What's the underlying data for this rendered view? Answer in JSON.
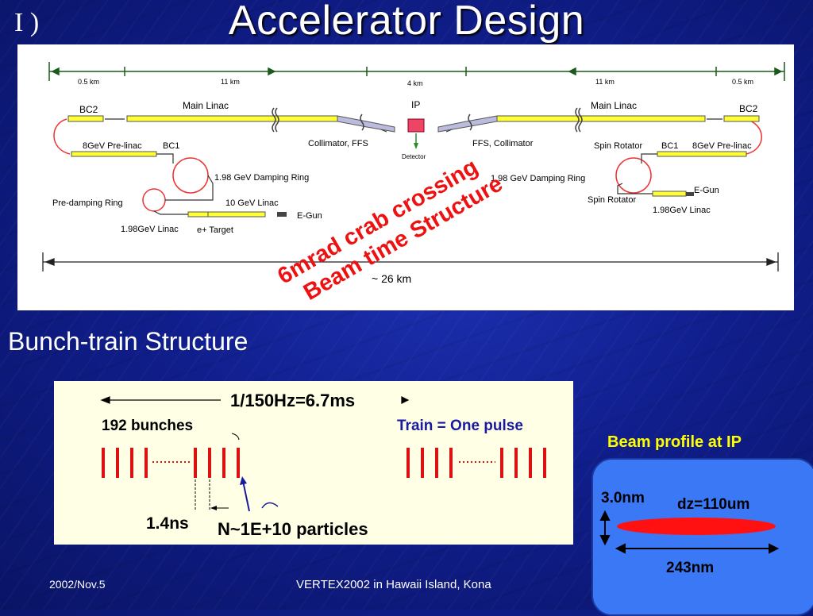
{
  "header": {
    "roman_numeral": "I )",
    "title": "Accelerator Design"
  },
  "diagram": {
    "distances": {
      "left_short": "0.5 km",
      "left_long": "11 km",
      "center": "4 km",
      "right_long": "11 km",
      "right_short": "0.5 km",
      "total": "~ 26 km"
    },
    "labels": {
      "bc2_left": "BC2",
      "bc2_right": "BC2",
      "main_linac_left": "Main Linac",
      "main_linac_right": "Main Linac",
      "ip": "IP",
      "detector": "Detector",
      "collimator_ffs": "Collimator, FFS",
      "ffs_collimator": "FFS, Collimator",
      "prelinac_left": "8GeV Pre-linac",
      "prelinac_right": "8GeV Pre-linac",
      "bc1_left": "BC1",
      "bc1_right": "BC1",
      "spin_rotator_top": "Spin Rotator",
      "spin_rotator_bottom": "Spin Rotator",
      "damping_ring_left": "1.98 GeV Damping Ring",
      "damping_ring_right": "1.98 GeV Damping Ring",
      "predamping_ring": "Pre-damping Ring",
      "linac_10gev": "10 GeV Linac",
      "egun_left": "E-Gun",
      "egun_right": "E-Gun",
      "linac_198_left": "1.98GeV Linac",
      "linac_198_right": "1.98GeV Linac",
      "target": "e+ Target"
    },
    "annotation_line1": "6mrad crab crossing",
    "annotation_line2": "Beam time Structure"
  },
  "bunch_section": {
    "heading": "Bunch-train Structure",
    "period": "1/150Hz=6.7ms",
    "bunches": "192 bunches",
    "train": "Train = One pulse",
    "spacing": "1.4ns",
    "particles": "N~1E+10 particles"
  },
  "beam_profile": {
    "title": "Beam profile at IP",
    "height": "3.0nm",
    "length": "dz=110um",
    "width": "243nm"
  },
  "footer": {
    "date": "2002/Nov.5",
    "event": "VERTEX2002 in Hawaii Island, Kona"
  }
}
